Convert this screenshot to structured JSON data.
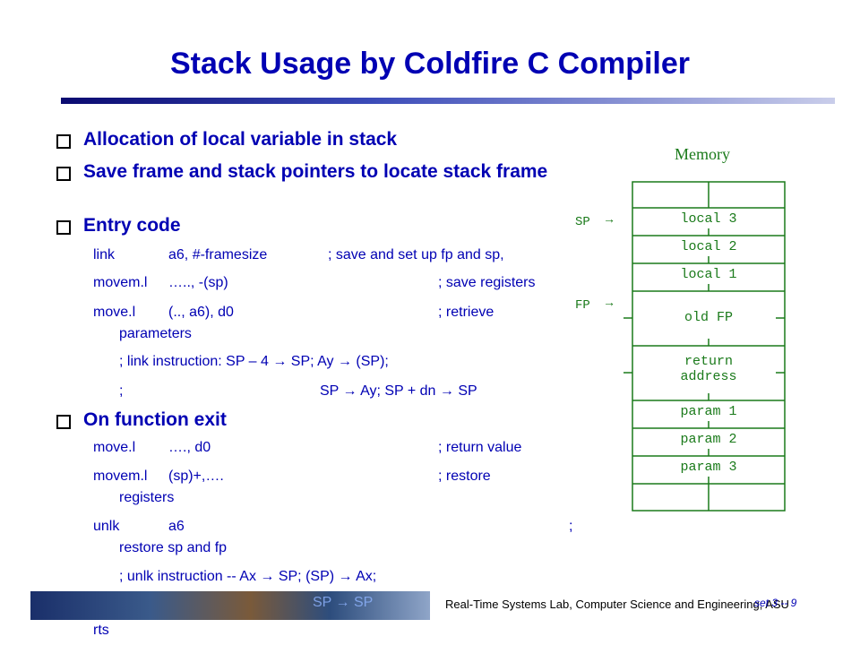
{
  "title": "Stack Usage by Coldfire C Compiler",
  "bullets": [
    "Allocation of local variable in stack",
    "Save frame and stack pointers to locate stack frame",
    "Entry code",
    "On function exit"
  ],
  "entry_code": {
    "link": {
      "op": "link",
      "arg": "a6, #-framesize",
      "comment": "; save and set up fp and sp,"
    },
    "movem_save": {
      "op": "movem.l",
      "arg": "….., -(sp)",
      "comment": "; save registers"
    },
    "move_params": {
      "op": "move.l",
      "arg": "(.., a6), d0",
      "comment": "; retrieve",
      "cont": "parameters"
    },
    "link_note1": ";  link instruction: SP – 4 → SP; Ay → (SP);",
    "link_note2a": ";",
    "link_note2b": "SP → Ay; SP + dn → SP"
  },
  "exit_code": {
    "move_ret": {
      "op": "move.l",
      "arg": "…., d0",
      "comment": "; return value"
    },
    "movem_restore": {
      "op": "movem.l",
      "arg": "(sp)+,….",
      "comment": "; restore",
      "cont": "registers"
    },
    "unlk": {
      "op": "unlk",
      "arg": "a6",
      "comment": ";",
      "cont": "restore sp and fp"
    },
    "unlk_note": ";  unlk instruction -- Ax → SP; (SP) → Ax;",
    "rts": "rts"
  },
  "memory": {
    "title": "Memory",
    "sp_label": "SP",
    "fp_label": "FP",
    "arrow": "→",
    "cells": [
      "local 3",
      "local 2",
      "local 1",
      "old FP",
      "return",
      "address",
      "param 1",
      "param 2",
      "param 3"
    ]
  },
  "footer": {
    "lab": "Real-Time Systems Lab, Computer Science and Engineering, ASU",
    "slide": "set 3 -- 9",
    "banner_overlay": "SP → SP"
  },
  "colors": {
    "text": "#0000b3",
    "memory": "#1a7a1a"
  }
}
